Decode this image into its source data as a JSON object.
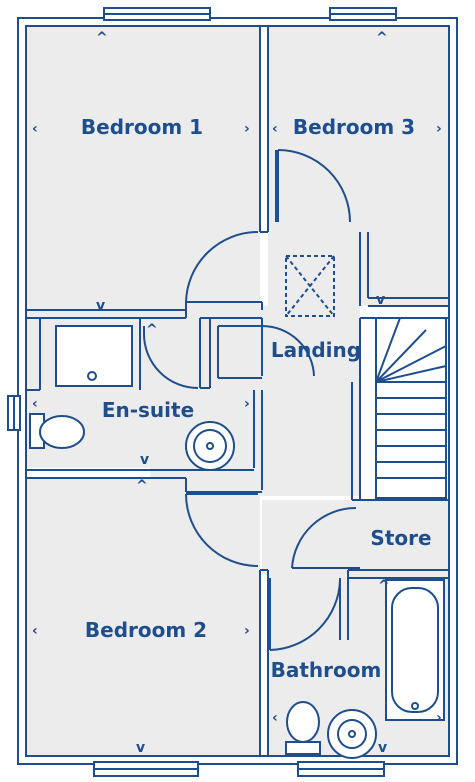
{
  "plan": {
    "colors": {
      "wall": "#1f4e8c",
      "floor": "#ececec",
      "background": "#ffffff"
    },
    "rooms": {
      "bedroom_1": "Bedroom 1",
      "bedroom_2": "Bedroom 2",
      "bedroom_3": "Bedroom 3",
      "ensuite": "En-suite",
      "landing": "Landing",
      "store": "Store",
      "bathroom": "Bathroom"
    },
    "icons": [
      "dimension-arrow-icon",
      "loft-hatch-icon",
      "shower-tray-icon",
      "toilet-icon",
      "basin-icon",
      "bath-icon",
      "door-swing-icon",
      "staircase-icon",
      "window-icon"
    ]
  }
}
